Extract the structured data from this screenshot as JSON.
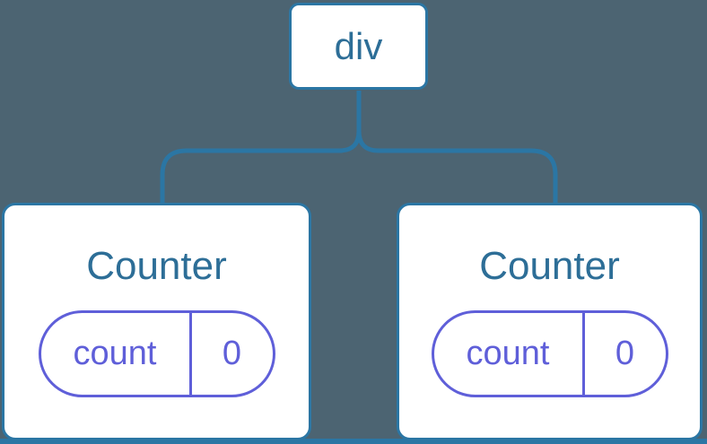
{
  "diagram": {
    "root": {
      "label": "div"
    },
    "children": [
      {
        "title": "Counter",
        "state": {
          "key": "count",
          "value": "0"
        }
      },
      {
        "title": "Counter",
        "state": {
          "key": "count",
          "value": "0"
        }
      }
    ],
    "colors": {
      "background": "#4C6472",
      "line_blue": "#2B76A4",
      "node_fill": "#FFFFFF",
      "heading_text": "#2D6E97",
      "state_purple": "#5F5FD9"
    }
  }
}
